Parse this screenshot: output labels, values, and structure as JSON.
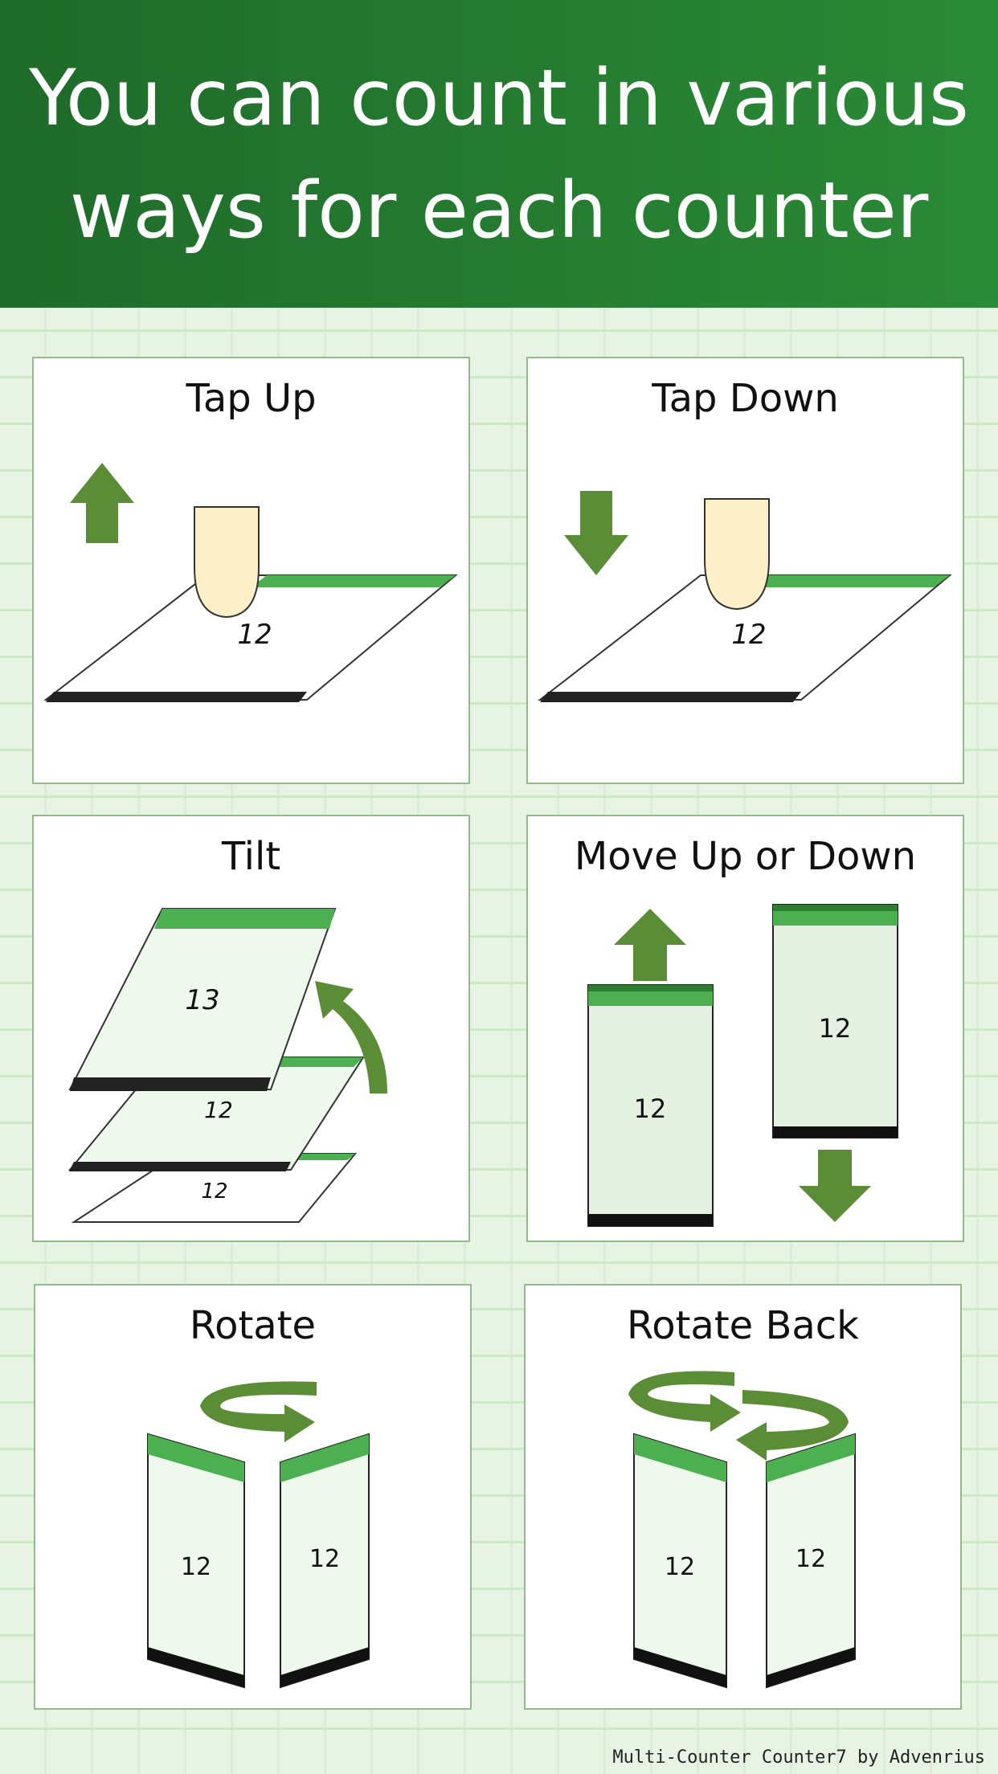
{
  "header": {
    "title_line1": "You can count in various",
    "title_line2": "ways for each counter"
  },
  "panels": [
    {
      "label": "Tap Up",
      "counter": "12"
    },
    {
      "label": "Tap Down",
      "counter": "12"
    },
    {
      "label": "Tilt",
      "counters": [
        "13",
        "12",
        "12"
      ]
    },
    {
      "label": "Move Up or Down",
      "counters": [
        "12",
        "12"
      ]
    },
    {
      "label": "Rotate",
      "counters": [
        "12",
        "12"
      ]
    },
    {
      "label": "Rotate Back",
      "counters": [
        "12",
        "12"
      ]
    }
  ],
  "footer": {
    "credit": "Multi-Counter Counter7 by Advenrius"
  },
  "colors": {
    "header_green": "#227a30",
    "accent_green": "#5b8c36",
    "app_bar": "#4caf50",
    "finger": "#fdf0c8"
  }
}
